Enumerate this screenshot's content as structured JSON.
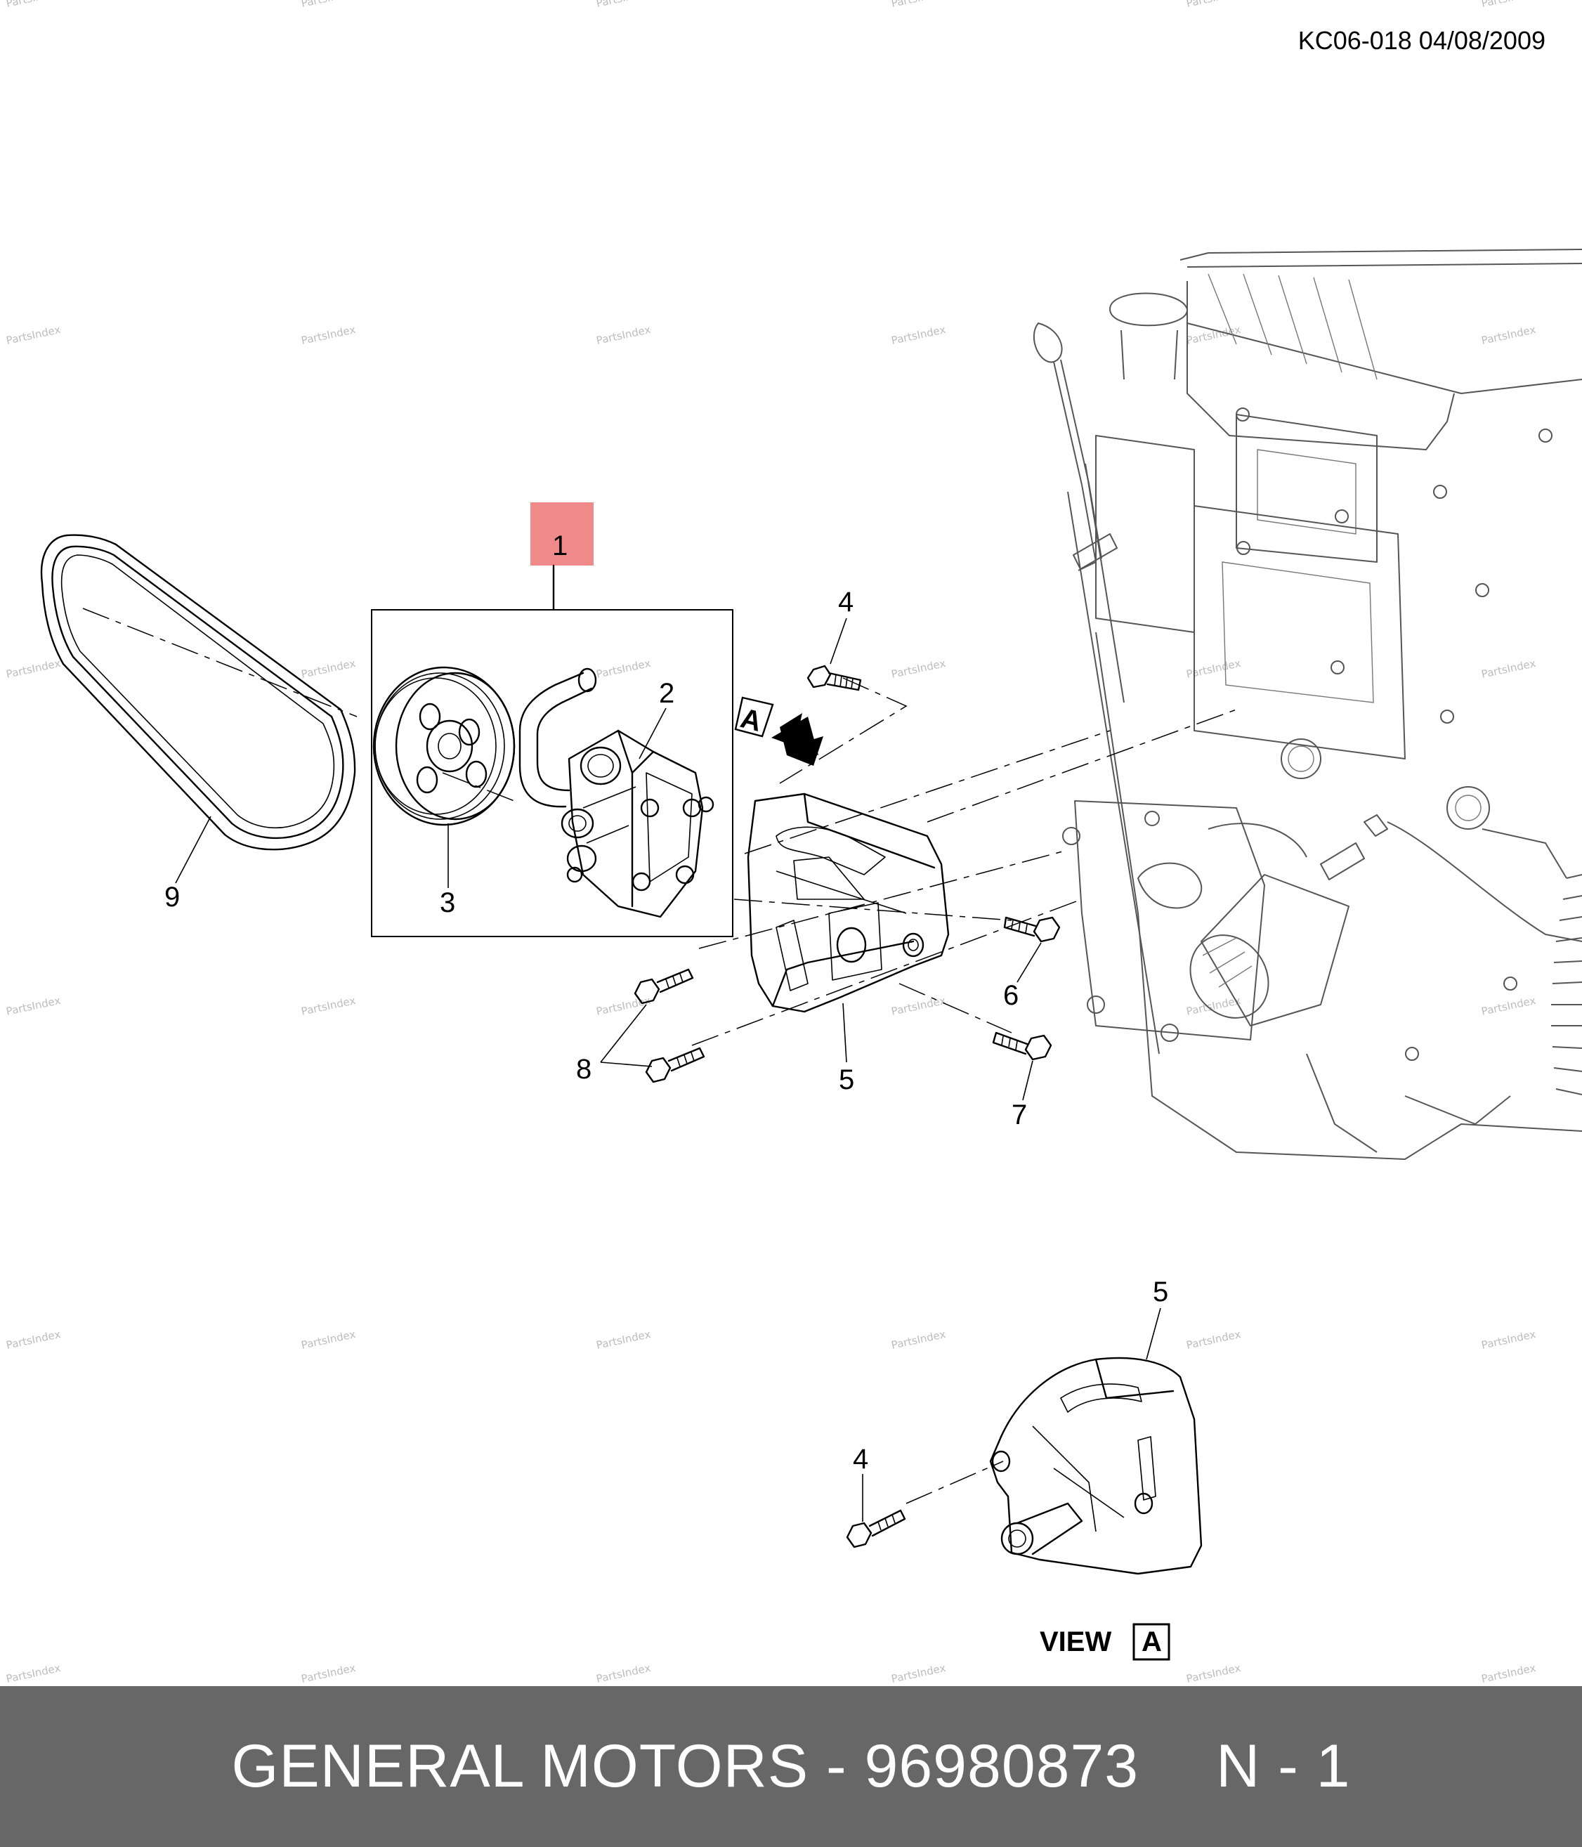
{
  "drawing": {
    "ref_code": "KC06-018 04/08/2009",
    "watermark": "PartsIndex",
    "highlight_color": "#f08a8a",
    "callouts": {
      "c1": "1",
      "c2": "2",
      "c3": "3",
      "c4_top": "4",
      "c4_view": "4",
      "c5_main": "5",
      "c5_view": "5",
      "c6": "6",
      "c7": "7",
      "c8": "8",
      "c9": "9"
    },
    "view_arrow_label": "A",
    "view_label": "VIEW",
    "view_box_label": "A"
  },
  "footer": {
    "brand_part": "GENERAL MOTORS - 96980873",
    "position": "N - 1",
    "background": "#676767"
  }
}
